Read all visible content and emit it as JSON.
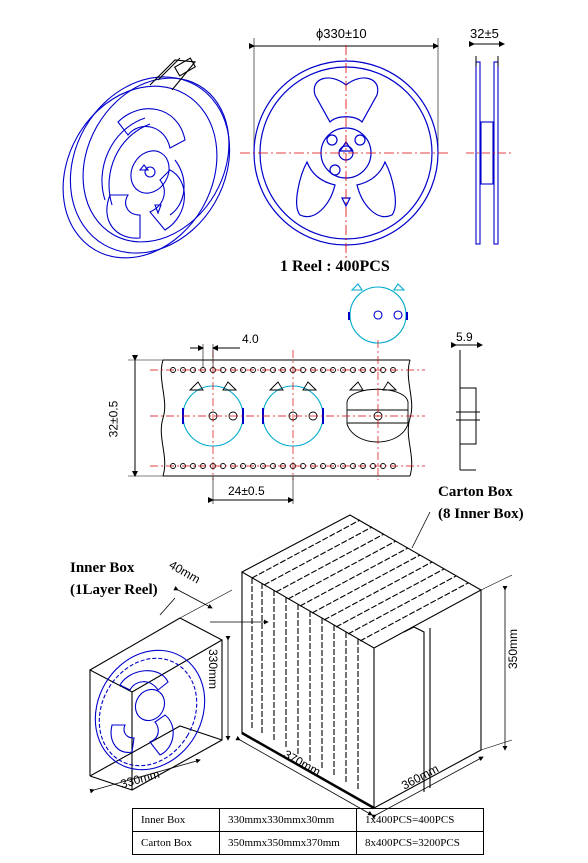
{
  "reel": {
    "diameter_label": "ϕ330±10",
    "thickness_label": "32±5",
    "caption": "1 Reel : 400PCS"
  },
  "tape": {
    "pitch_small_label": "4.0",
    "depth_label": "5.9",
    "width_label": "32±0.5",
    "pitch_label": "24±0.5"
  },
  "carton": {
    "title": "Carton Box",
    "subtitle": "(8 Inner Box)",
    "height_label": "350mm",
    "width_label": "370mm",
    "depth_label": "360mm"
  },
  "inner": {
    "title": "Inner Box",
    "subtitle": "(1Layer Reel)",
    "depth_label": "40mm",
    "height_label": "330mm",
    "width_label": "330mm"
  },
  "spec_table": {
    "rows": [
      {
        "name": "Inner Box",
        "size": "330mmx330mmx30mm",
        "qty": "1x400PCS=400PCS"
      },
      {
        "name": "Carton Box",
        "size": "350mmx350mmx370mm",
        "qty": "8x400PCS=3200PCS"
      }
    ]
  },
  "colors": {
    "line": "#0000cc",
    "center": "#dd0000",
    "cyan": "#00aacc",
    "ink": "#000000"
  }
}
